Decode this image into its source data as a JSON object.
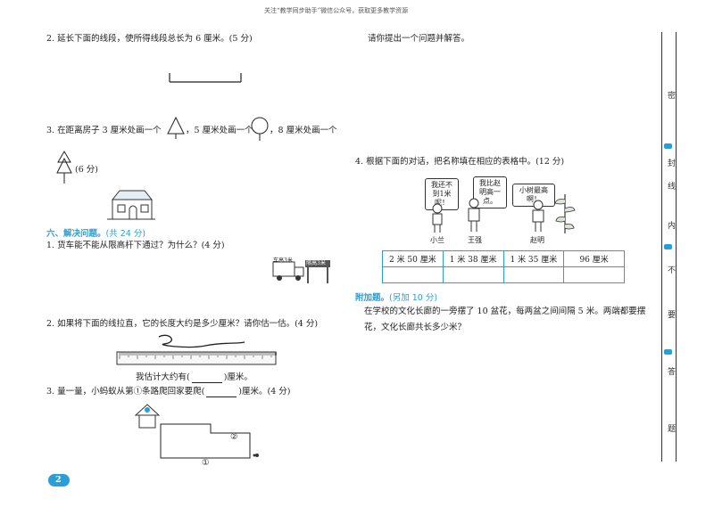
{
  "header": {
    "note": "关注“教学同步助手”微信公众号，获取更多教学资源"
  },
  "left": {
    "q2": {
      "text": "2. 延长下面的线段，使所得线段总长为 6 厘米。(5 分)"
    },
    "q3": {
      "text_a": "3. 在距离房子 3 厘米处画一个",
      "text_b": "，5 厘米处画一个",
      "text_c": "，8 厘米处画一个",
      "points": "(6 分)"
    },
    "section6": {
      "title": "六、解决问题。",
      "sub": "(共 24 分)"
    },
    "p1": {
      "text": "1. 货车能不能从限高杆下通过？为什么？(4 分)",
      "truck_label": "车高3米",
      "pole_label": "限高3米"
    },
    "p2": {
      "text": "2. 如果将下面的线拉直，它的长度大约是多少厘米？请你估一估。(4 分)",
      "estimate_a": "我估计大约有(",
      "estimate_b": ")厘米。"
    },
    "p3": {
      "text_a": "3. 量一量，小蚂蚁从第①条路爬回家要爬(",
      "text_b": ")厘米。(4 分)",
      "route1": "①",
      "route2": "②"
    },
    "page_number": "2"
  },
  "right": {
    "prompt": "请你提出一个问题并解答。",
    "q4": {
      "text": "4. 根据下面的对话，把名称填在相应的表格中。(12 分)"
    },
    "bubbles": [
      "我还不到1米呢！",
      "我比赵明高一点。",
      "小树最高啊！"
    ],
    "kids": [
      "小兰",
      "王强",
      "赵明"
    ],
    "table": {
      "row1": [
        "2 米 50 厘米",
        "1 米 38 厘米",
        "1 米 35 厘米",
        "96 厘米"
      ]
    },
    "bonus": {
      "title": "附加题。",
      "sub": "(另加 10 分)",
      "line1": "在学校的文化长廊的一旁摆了 10 盆花，每两盆之间间隔 5 米。两端都要摆",
      "line2": "花，文化长廊共长多少米？"
    }
  },
  "binding": {
    "chars": [
      "密",
      "封",
      "线",
      "内",
      "不",
      "要",
      "答",
      "题"
    ]
  },
  "colors": {
    "accent": "#2a9fd6",
    "text": "#222222"
  }
}
